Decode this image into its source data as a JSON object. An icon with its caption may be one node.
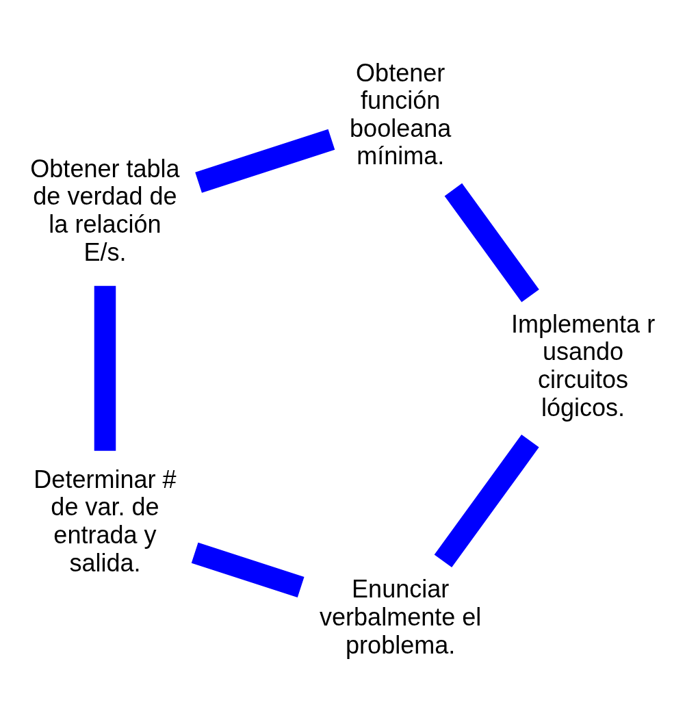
{
  "diagram": {
    "nodes": [
      {
        "text": [
          "Enunciar verbalmente el problema."
        ]
      },
      {
        "text": [
          "Implementa r usando circuitos lógicos."
        ]
      },
      {
        "text": [
          "Determinar # de var. de entrada y salida."
        ]
      },
      {
        "text": [
          "Obtener función booleana mínima."
        ]
      },
      {
        "text": [
          "Obtener tabla de verdad de la relación E/s."
        ]
      }
    ],
    "edges": [
      {
        "from": 0,
        "to": 2,
        "arrow": "none"
      },
      {
        "from": 2,
        "to": 4,
        "arrow": "none"
      },
      {
        "from": 4,
        "to": 3,
        "arrow": "none"
      },
      {
        "from": 3,
        "to": 1,
        "arrow": "none"
      },
      {
        "from": 1,
        "to": 0,
        "arrow": "none"
      }
    ]
  }
}
